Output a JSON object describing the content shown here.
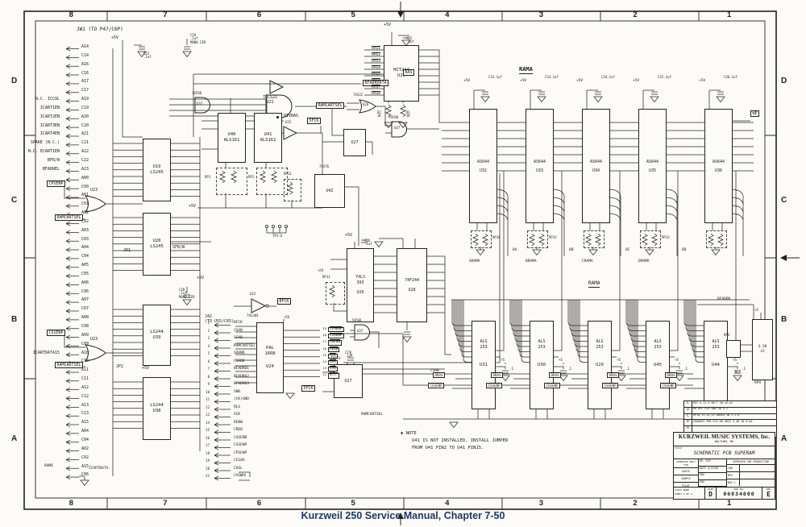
{
  "zones": {
    "cols": [
      "8",
      "7",
      "6",
      "5",
      "4",
      "3",
      "2",
      "1"
    ],
    "rows": [
      "D",
      "C",
      "B",
      "A"
    ]
  },
  "caption": "Kurzweil 250 Service Manual, Chapter 7-50",
  "note": {
    "b": "✱ NOTE",
    "l2": "U41 IS NOT INSTALLED, INSTALL JUMPER",
    "l3": "FROM U41 PIN2 TO U41 PIN15."
  },
  "jw1": {
    "label": "JW1 (TO P47/C6P)",
    "tags": [
      "",
      "",
      "",
      "",
      "",
      "",
      "N.C. ICCOL",
      "ICART1EN",
      "ICART2EN",
      "ICART3EN",
      "ICART4EN",
      "SPARE (N.C.)",
      "N.C. ECART1EN",
      "BFR/W",
      "BFADREL",
      "",
      "",
      "",
      "",
      "",
      "",
      "",
      "",
      "",
      "",
      "",
      "",
      "",
      "",
      "",
      "",
      "",
      "",
      "",
      "",
      "ICARTDATA15",
      "",
      "",
      "",
      "",
      "",
      "",
      "",
      "",
      "",
      "",
      "",
      "",
      "",
      ""
    ],
    "names": [
      "A14",
      "C14",
      "A16",
      "C16",
      "A17",
      "C17",
      "A19",
      "C19",
      "A20",
      "C20",
      "A21",
      "C21",
      "A22",
      "C22",
      "A23",
      "A00",
      "C00",
      "A01",
      "C01",
      "A02",
      "C02",
      "A03",
      "C03",
      "A04",
      "C04",
      "A05",
      "C05",
      "A06",
      "C06",
      "A07",
      "C07",
      "A08",
      "C08",
      "A09",
      "C09",
      "A10",
      "C10",
      "A11",
      "C11",
      "A12",
      "C12",
      "A13",
      "C13",
      "A15",
      "A04",
      "C04",
      "A02",
      "C02",
      "A15",
      "C06"
    ]
  },
  "j42": {
    "h1": "J42",
    "h2": "(TO U55/C65)",
    "pins": [
      "1",
      "2",
      "3",
      "4",
      "5",
      "6",
      "7",
      "8",
      "9",
      "10",
      "11",
      "12",
      "13",
      "14",
      "15",
      "16",
      "17",
      "18",
      "19",
      "20",
      "21"
    ],
    "names": [
      "BFCK",
      "CSAB",
      "SFAB",
      "RAMCARTSEL",
      "SOUND",
      "CSAB0",
      "BFADR01",
      "BFADR02",
      "BFADR03",
      "GND",
      "(CK)GND",
      "RLS",
      "ACK",
      "RENW",
      "CRDQ",
      "CASENB",
      "CSSENP",
      "CPSENP",
      "CG10A",
      "CASL",
      "CASH"
    ]
  },
  "u25": {
    "part": "HCT244",
    "ref": "U25",
    "ras": [
      "RAS1",
      "RAS2",
      "RAS3",
      "RAS4",
      "RAS5",
      "RAS6",
      "RAS7",
      "RAS8"
    ]
  },
  "pal": {
    "outputs": [
      {
        "pin": "19",
        "name": "CPSENP"
      },
      {
        "pin": "18",
        "name": "CSSENP"
      },
      {
        "pin": "17",
        "name": "URENW"
      },
      {
        "pin": "16",
        "name": "RENW"
      },
      {
        "pin": "15",
        "name": "ACK"
      },
      {
        "pin": "14",
        "name": "RAS"
      },
      {
        "pin": "13",
        "name": "CAS"
      },
      {
        "pin": "12",
        "name": "N.C."
      }
    ]
  },
  "rams": {
    "heading": "RAMA",
    "we": "WE",
    "chips": [
      {
        "part": "AS644",
        "ref": "U32",
        "cap": "C32",
        "capv": ".1uf",
        "rp": "RP10",
        "bus": "ARAMA",
        "mark": "8A"
      },
      {
        "part": "AS644",
        "ref": "U33",
        "cap": "C33",
        "capv": ".1uf",
        "rp": "RP12",
        "bus": "BRAMA",
        "mark": "8B"
      },
      {
        "part": "AS644",
        "ref": "U34",
        "cap": "C34",
        "capv": ".1uf",
        "rp": "",
        "bus": "CRAMA",
        "mark": "8C"
      },
      {
        "part": "AS644",
        "ref": "U35",
        "cap": "C35",
        "capv": ".1uf",
        "rp": "RP13",
        "bus": "DRAMA",
        "mark": "8D"
      },
      {
        "part": "AS644",
        "ref": "U36",
        "cap": "C36",
        "capv": ".1uf",
        "rp": "",
        "bus": "",
        "mark": ""
      }
    ]
  },
  "mux": {
    "heading": "RAMA",
    "chips": [
      {
        "p1": "ALS",
        "p2": "253",
        "ref": "U31",
        "dras": "DRAS",
        "cs": "CSSENP",
        "p5": "+5",
        "cap": ".1"
      },
      {
        "p1": "ALS",
        "p2": "253",
        "ref": "U30",
        "dras": "DRAS",
        "cs": "CSSENP",
        "p5": "+5",
        "cap": ".1"
      },
      {
        "p1": "ALS",
        "p2": "253",
        "ref": "U29",
        "dras": "DRAS",
        "cs": "CSSENP",
        "p5": "+5",
        "cap": ".1"
      },
      {
        "p1": "ALS",
        "p2": "253",
        "ref": "U45",
        "dras": "DRAS",
        "cs": "CSSENP",
        "p5": "+5",
        "cap": ".1"
      },
      {
        "p1": "ALS",
        "p2": "253",
        "ref": "U44",
        "dras": "DRAS",
        "cs": "CSSENP",
        "p5": "+5",
        "cap": ".1"
      }
    ]
  },
  "ics": {
    "u19": {
      "r": "U19",
      "p": "LS245"
    },
    "u20": {
      "r": "U20",
      "p": "LS245"
    },
    "u39": {
      "r": "U39",
      "p": "LS244"
    },
    "u38": {
      "r": "U38",
      "p": "LS244"
    },
    "u21": {
      "p": "74LS21",
      "r": "U21"
    },
    "u23": "U23",
    "u40": {
      "r": "U40",
      "p": "ALS161"
    },
    "u41": {
      "r": "U41",
      "p": "ALS161"
    },
    "u22": "U22",
    "u22p": "74LS04",
    "u37": "U37",
    "u37p": "74F08",
    "u26g": "U26",
    "u26gp": "74S32",
    "u27": "U27",
    "u27p": "74S74",
    "u42": "U42",
    "u42p": "74S76",
    "u393": {
      "p1": "74LS",
      "p2": "393",
      "r": "U26"
    },
    "u28": {
      "p": "74F244",
      "r": "U28"
    },
    "u24": {
      "p1": "PAL",
      "p2": "16R8",
      "r": "U24"
    }
  },
  "misc": {
    "ras": "RAS",
    "bfadrdata": "BFADRDATA",
    "divras": "DIVRAS",
    "sfck": "5FCK",
    "bfck": "BFCK",
    "ramd": "RAMD",
    "icartdata": "ICARTDATA",
    "bfaddr": "BFADDR",
    "csab": "CSAB",
    "ramcartsel": "RAMCARTSEL",
    "cpsenp": "CPSENP",
    "cssenp": "CSSENP",
    "rp9": "RP9",
    "rp9v1": "3.3K",
    "rp9v2": "x5",
    "nc": "N.C.",
    "rp1": "RP1",
    "rp2": "RP2",
    "rp11": "RP11",
    "tp": "TP3-6",
    "p5v": "+5V",
    "p5": "+5",
    "r1": "R1",
    "r1v": "1K",
    "r2": "R2",
    "r2v": "1K",
    "c19": "C19",
    "c20": "C20",
    "c21": "C21",
    "c25": "C25",
    "c26": "C26",
    "c27": "C27",
    "uf": ".1uf",
    "mono": "MONO CER",
    "jp1": "JP1",
    "jp2": "JP2",
    "sfrw": "SFR/W"
  },
  "tb": {
    "company": "KURZWEIL MUSIC SYSTEMS, Inc.",
    "city": "WALTHAM, MA",
    "title_lbl": "TITLE",
    "title": "SCHEMATIC PCB SUPERAM",
    "dr_lbl": "DR.",
    "dr": "DJP",
    "date_lbl": "DATE",
    "date": "4/19/86",
    "appr": "APPROVED FOR PRODUCTION",
    "appr_only": "APPROVED ONLY FOR",
    "q": "QUOTE",
    "s": "SAMPLE",
    "p": "PILOT",
    "eng": "ENG",
    "chd": "CHD",
    "mfg": "MFG",
    "matl": "MAT'L",
    "scale_lbl": "SCALE",
    "scale": "NONE",
    "sheet_lbl": "SHEET",
    "sheet": "2 OF 2",
    "size_lbl": "SIZE",
    "size": "D",
    "dwg_lbl": "DWG NO.",
    "dwg": "06034000",
    "rev_lbl": "REV",
    "rev": "E"
  },
  "revs": {
    "hdr": {
      "rev": "REV",
      "chg": "CHANGE",
      "app": "APP'D"
    },
    "rows": [
      {
        "rev": "E",
        "chg": "REC 6-11-9 OB-T JW 16-A1"
      },
      {
        "rev": "D",
        "chg": "RA REC CLK GND JW 4-2"
      },
      {
        "rev": "C",
        "chg": "RP10,11,12,13 ADDED JW 1-1-8"
      },
      {
        "rev": "B",
        "chg": "CHANGES PER ECO NO ORIG 5-4B JW 6-84"
      },
      {
        "rev": "A",
        "chg": ""
      }
    ]
  }
}
